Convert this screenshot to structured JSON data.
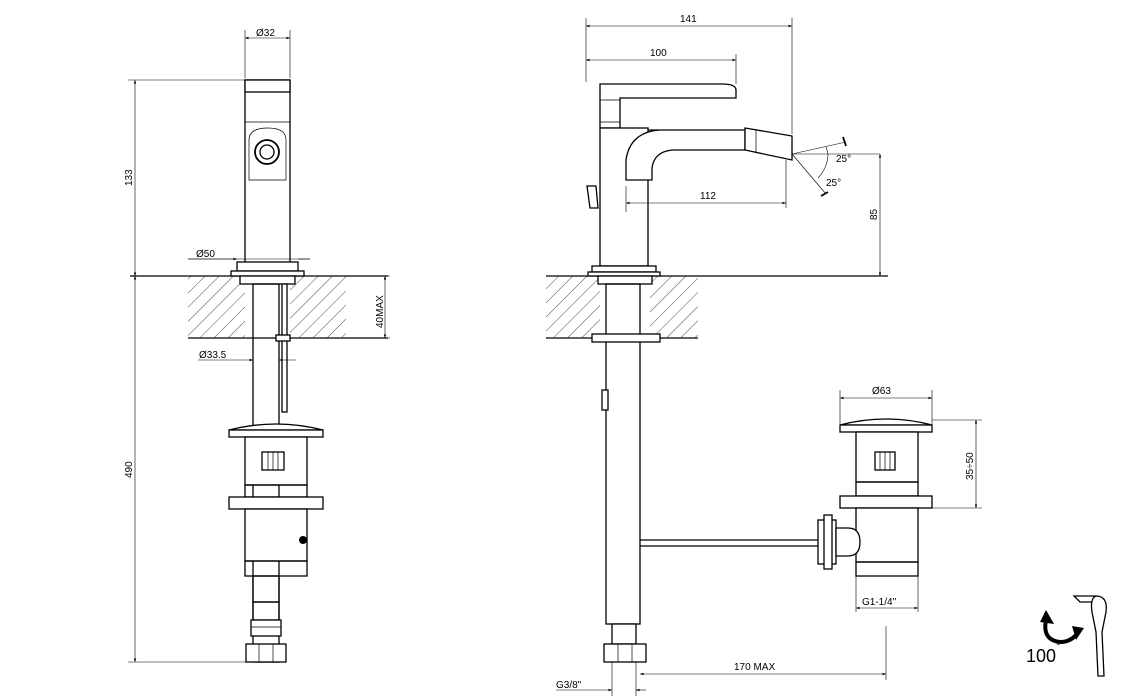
{
  "dims": {
    "d32": "Ø32",
    "h133": "133",
    "d50": "Ø50",
    "max40": "40MAX",
    "d335": "Ø33.5",
    "h490": "490",
    "w141": "141",
    "w100": "100",
    "w112": "112",
    "a25top": "25°",
    "a25bot": "25°",
    "h85": "85",
    "d63": "Ø63",
    "h3550": "35÷50",
    "g114": "G1-1/4\"",
    "g38": "G3/8\"",
    "max170": "170 MAX"
  },
  "rotation": {
    "label": "100",
    "unit": "°"
  }
}
